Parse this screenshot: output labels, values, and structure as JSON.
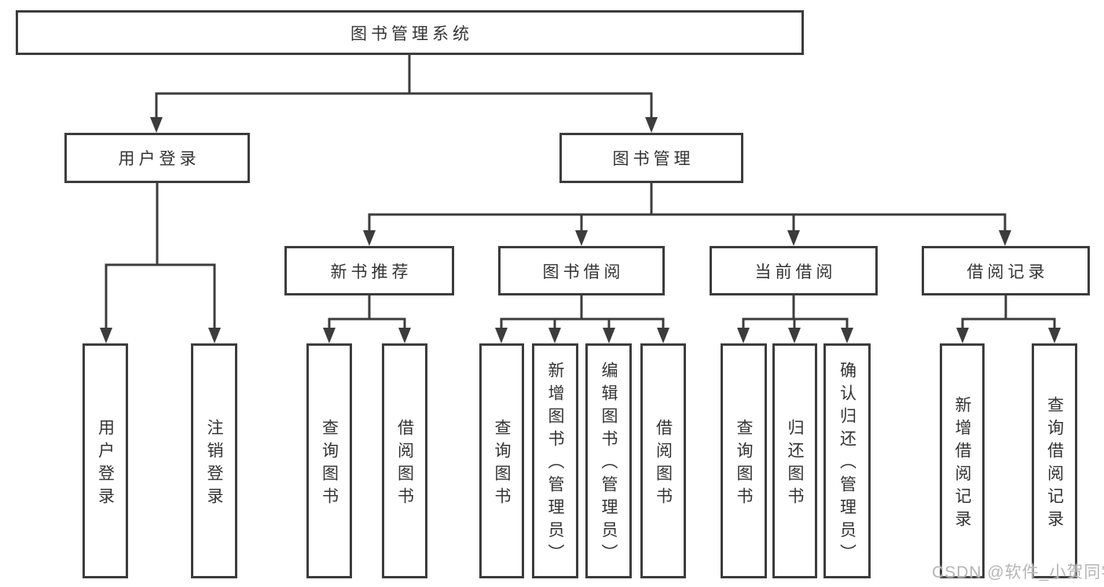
{
  "diagram": {
    "root": {
      "label": "图书管理系统"
    },
    "branches": [
      {
        "label": "用户登录",
        "children": [
          {
            "label": "用户登录"
          },
          {
            "label": "注销登录"
          }
        ]
      },
      {
        "label": "图书管理",
        "children": [
          {
            "label": "新书推荐",
            "children": [
              {
                "label": "查询图书"
              },
              {
                "label": "借阅图书"
              }
            ]
          },
          {
            "label": "图书借阅",
            "children": [
              {
                "label": "查询图书"
              },
              {
                "label": "新增图书（管理员）"
              },
              {
                "label": "编辑图书（管理员）"
              },
              {
                "label": "借阅图书"
              }
            ]
          },
          {
            "label": "当前借阅",
            "children": [
              {
                "label": "查询图书"
              },
              {
                "label": "归还图书"
              },
              {
                "label": "确认归还（管理员）"
              }
            ]
          },
          {
            "label": "借阅记录",
            "children": [
              {
                "label": "新增借阅记录"
              },
              {
                "label": "查询借阅记录"
              }
            ]
          }
        ]
      }
    ]
  },
  "watermark": "CSDN @软件_小贺同学",
  "colors": {
    "line": "#3c3c3c",
    "box_border": "#3c3c3c",
    "box_fill": "#ffffff",
    "text": "#333333",
    "background": "#ffffff",
    "watermark": "#b5b5b5"
  }
}
